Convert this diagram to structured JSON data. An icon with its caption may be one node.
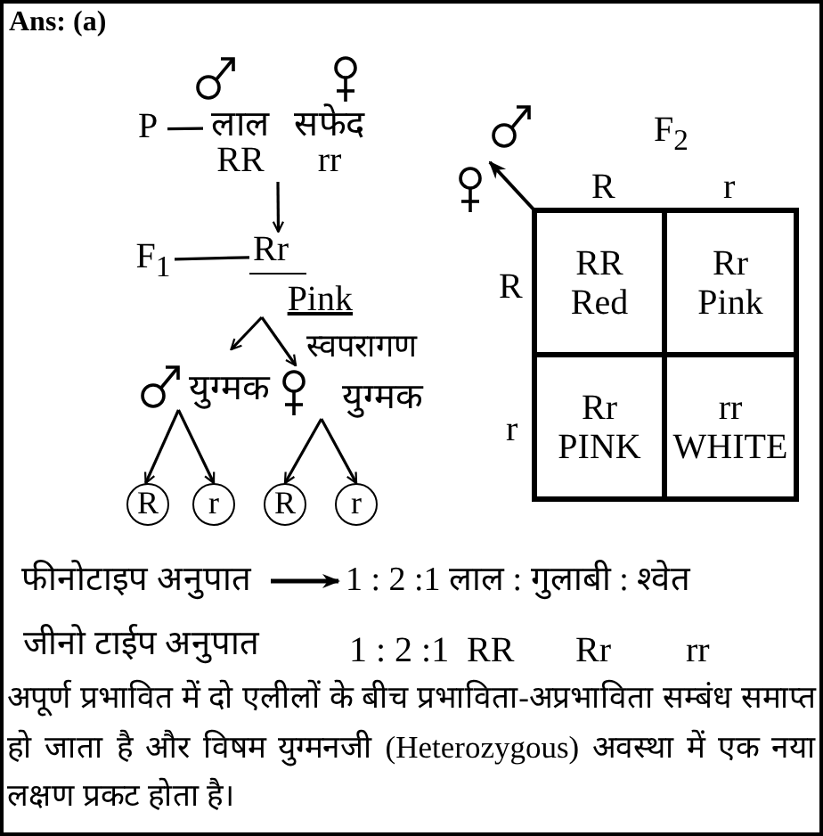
{
  "diagram": {
    "nodes": [
      {
        "text": [
          "P"
        ]
      },
      {
        "text": [
          "लाल",
          "RR"
        ]
      },
      {
        "text": [
          "सफेद",
          "rr"
        ]
      },
      {
        "text": [
          "F$_{1}$"
        ]
      },
      {
        "text": [
          "Rr",
          "Pink"
        ]
      },
      {
        "text": [
          "युग्मक"
        ]
      },
      {
        "text": [
          "युग्मक"
        ]
      },
      {
        "text": [
          "R"
        ]
      },
      {
        "text": [
          "r"
        ]
      },
      {
        "text": [
          "R"
        ]
      },
      {
        "text": [
          "r"
        ]
      },
      {
        "text": [
          "RR",
          "Red"
        ]
      },
      {
        "text": [
          "Rr",
          "Pink"
        ]
      },
      {
        "text": [
          "Rr",
          "PINK"
        ]
      },
      {
        "text": [
          "rr",
          "WHITE"
        ]
      },
      {
        "text": [
          "फीनोटाइप अनुपात"
        ]
      },
      {
        "text": [
          "1 : 2 :1 लाल : गुलाबी : श्वेत"
        ]
      }
    ],
    "edges": [
      {
        "from": 0,
        "to": 1,
        "arrow": "none"
      },
      {
        "from": 1,
        "to": 4,
        "arrow": "to"
      },
      {
        "from": 3,
        "to": 4,
        "arrow": "none"
      },
      {
        "from": 4,
        "to": 5,
        "arrow": "to"
      },
      {
        "from": 4,
        "to": 6,
        "arrow": "to",
        "label": "स्वपरागण"
      },
      {
        "from": 5,
        "to": 7,
        "arrow": "to"
      },
      {
        "from": 5,
        "to": 8,
        "arrow": "to"
      },
      {
        "from": 6,
        "to": 9,
        "arrow": "to"
      },
      {
        "from": 6,
        "to": 10,
        "arrow": "to"
      },
      {
        "from": 15,
        "to": 16,
        "arrow": "to"
      }
    ],
    "labels": [
      "Ans: (a)",
      "F$_{2}$",
      "R",
      "r",
      "R",
      "r",
      "जीनो टाईप अनुपात",
      "1 : 2 :1",
      "RR",
      "Rr",
      "rr",
      "अपूर्ण प्रभावित  में दो एलीलों के बीच प्रभाविता-अप्रभाविता सम्बंध समाप्त हो जाता है और विषम युग्मनजी (Heterozygous) अवस्था में एक नया लक्षण प्रकट होता है।"
    ]
  }
}
